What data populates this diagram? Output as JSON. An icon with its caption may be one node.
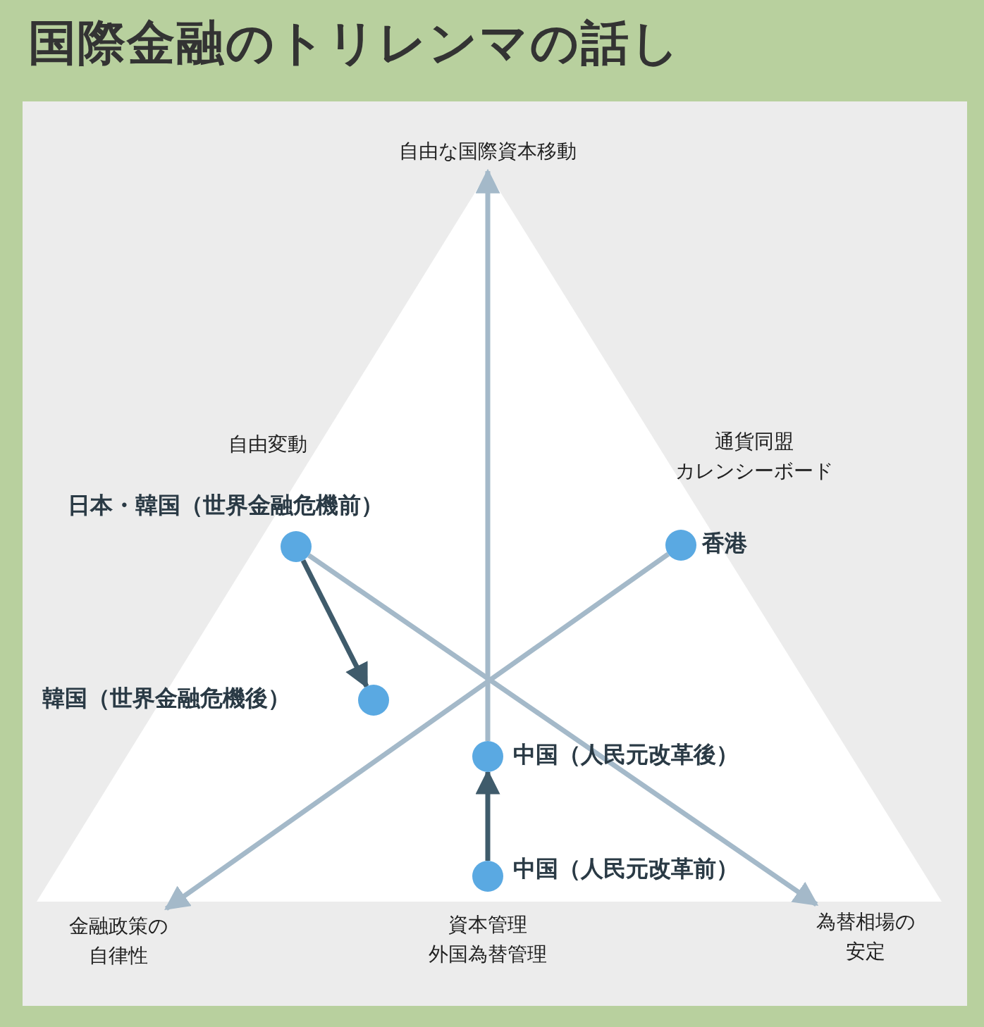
{
  "diagram": {
    "title": "国際金融のトリレンマの話し",
    "nodes": [
      {
        "text": [
          "自由な国際資本移動"
        ]
      },
      {
        "text": [
          "金融政策の自律性"
        ]
      },
      {
        "text": [
          "為替相場の安定"
        ]
      },
      {
        "text": [],
        "shape": "circle",
        "beside": [
          "日本・韓国（世界金融危機前）"
        ]
      },
      {
        "text": [],
        "shape": "circle",
        "beside": [
          "韓国（世界金融危機後）"
        ]
      },
      {
        "text": [],
        "shape": "circle",
        "beside": [
          "香港"
        ]
      },
      {
        "text": [],
        "shape": "circle",
        "beside": [
          "中国（人民元改革後）"
        ]
      },
      {
        "text": [],
        "shape": "circle",
        "beside": [
          "中国（人民元改革前）"
        ]
      }
    ],
    "edges": [
      {
        "from": 6,
        "to": 0,
        "arrow": "to"
      },
      {
        "from": 5,
        "to": 1,
        "arrow": "to"
      },
      {
        "from": 3,
        "to": 2,
        "arrow": "to"
      },
      {
        "from": 3,
        "to": 4,
        "arrow": "to",
        "color": "#3f5b6b"
      },
      {
        "from": 7,
        "to": 6,
        "arrow": "to",
        "color": "#3f5b6b"
      }
    ],
    "labels": [
      "自由変動",
      "通貨同盟カレンシーボード",
      "資本管理外国為替管理"
    ]
  }
}
